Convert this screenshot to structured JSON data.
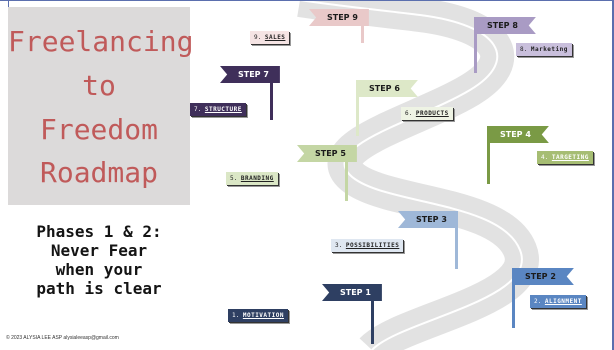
{
  "title_lines": [
    "Freelancing",
    "to",
    "Freedom",
    "Roadmap"
  ],
  "subtitle_lines": [
    "Phases 1 & 2:",
    "Never Fear",
    "when your",
    "path is clear"
  ],
  "copyright": "© 2023   ALYSIA LEE ASP     alysialeeasp@gmail.com",
  "colors": {
    "title": "#c05a5a",
    "title_bg": "#dcdada",
    "road": "#e2e2e2",
    "step1": "#2e3f62",
    "step2": "#5a86c2",
    "step3": "#9fb8d8",
    "step4": "#7a9a45",
    "step5": "#c4d6a4",
    "step6": "#dde8c8",
    "step7": "#3f2f5a",
    "step8": "#a99bc4",
    "step9": "#e9c9c9"
  },
  "steps": [
    {
      "flag": "STEP 1",
      "num": "1.",
      "label": "MOTIVATION"
    },
    {
      "flag": "STEP 2",
      "num": "2.",
      "label": "ALIGNMENT"
    },
    {
      "flag": "STEP 3",
      "num": "3.",
      "label": "POSSIBILITIES"
    },
    {
      "flag": "STEP 4",
      "num": "4.",
      "label": "TARGETING"
    },
    {
      "flag": "STEP 5",
      "num": "5.",
      "label": "BRANDING"
    },
    {
      "flag": "STEP 6",
      "num": "6.",
      "label": "PRODUCTS"
    },
    {
      "flag": "STEP 7",
      "num": "7.",
      "label": "STRUCTURE"
    },
    {
      "flag": "STEP 8",
      "num": "8.",
      "label": "Marketing"
    },
    {
      "flag": "STEP 9",
      "num": "9.",
      "label": "SALES"
    }
  ]
}
